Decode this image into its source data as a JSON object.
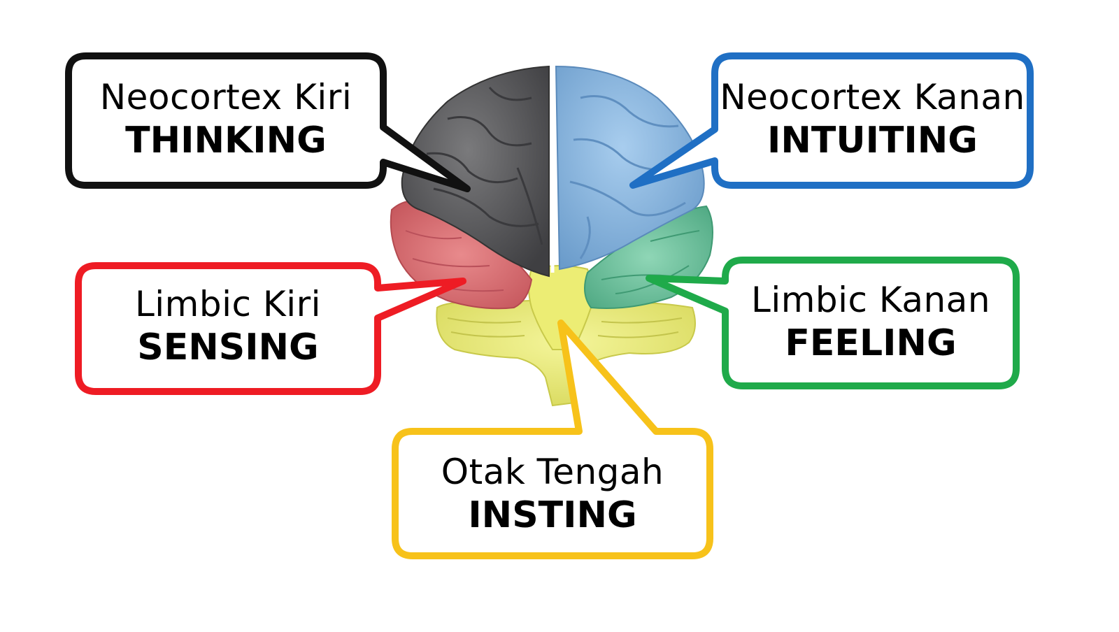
{
  "callouts": {
    "left_neocortex": {
      "region": "Neocortex Kiri",
      "trait": "THINKING"
    },
    "right_neocortex": {
      "region": "Neocortex Kanan",
      "trait": "INTUITING"
    },
    "left_limbic": {
      "region": "Limbic Kiri",
      "trait": "SENSING"
    },
    "right_limbic": {
      "region": "Limbic Kanan",
      "trait": "FEELING"
    },
    "midbrain": {
      "region": "Otak Tengah",
      "trait": "INSTING"
    }
  },
  "colors": {
    "thinking": "#111111",
    "intuiting": "#1f6fc4",
    "sensing": "#ee1c24",
    "feeling": "#1faa4a",
    "insting": "#f7c21a",
    "brain_left_cortex": "#5c5c5e",
    "brain_right_cortex": "#8cb8e0",
    "brain_left_limbic": "#d96a6e",
    "brain_right_limbic": "#6cc4a0",
    "brain_midbrain": "#eef07a"
  }
}
